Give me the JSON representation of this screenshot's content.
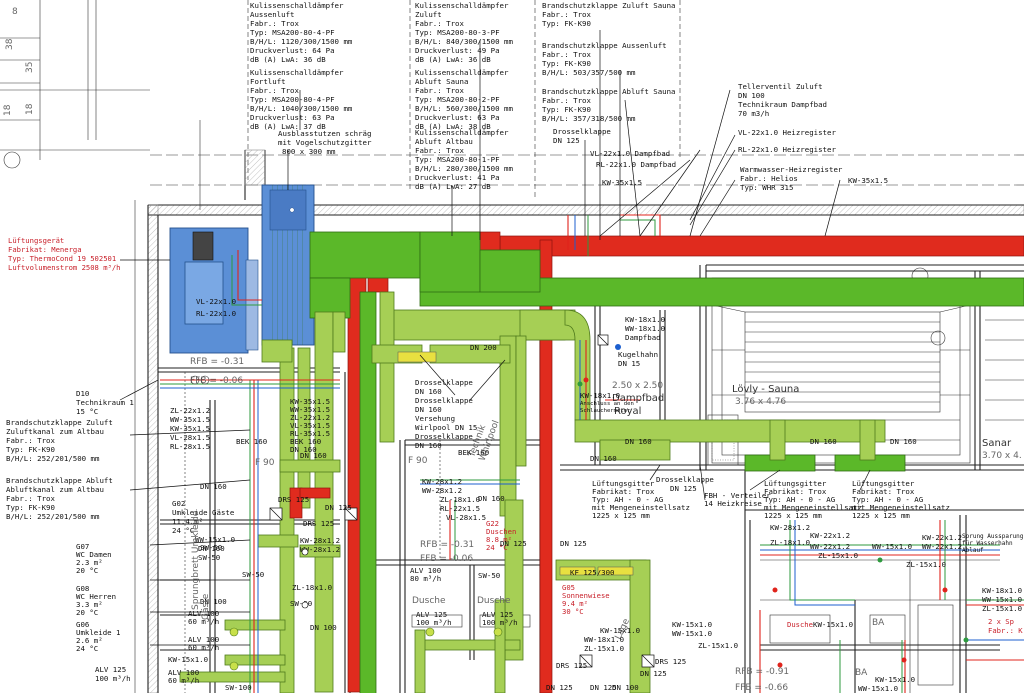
{
  "dimensions": {
    "top": [
      "8",
      "38",
      "35",
      "18",
      "18"
    ]
  },
  "silencers": [
    {
      "lines": [
        "Kulissenschalldämpfer",
        "Aussenluft",
        "Fabr.: Trox",
        "Typ: MSA200-80-4-PF",
        "B/H/L: 1120/300/1500 mm",
        "Druckverlust: 64 Pa",
        "dB (A) LwA: 36 dB"
      ]
    },
    {
      "lines": [
        "Kulissenschalldämpfer",
        "Fortluft",
        "Fabr.: Trox",
        "Typ: MSA200-80-4-PF",
        "B/H/L: 1040/300/1500 mm",
        "Druckverlust: 63 Pa",
        "dB (A) LwA: 37 dB"
      ]
    },
    {
      "lines": [
        "Kulissenschalldämpfer",
        "Zuluft",
        "Fabr.: Trox",
        "Typ: MSA200-80-3-PF",
        "B/H/L: 840/300/1500 mm",
        "Druckverlust: 49 Pa",
        "dB (A) LwA: 36 dB"
      ]
    },
    {
      "lines": [
        "Kulissenschalldämpfer",
        "Abluft Sauna",
        "Fabr.: Trox",
        "Typ: MSA200-80-2-PF",
        "B/H/L: 560/300/1500 mm",
        "Druckverlust: 63 Pa",
        "dB (A) LwA: 38 dB"
      ]
    },
    {
      "lines": [
        "Kulissenschalldämpfer",
        "Abluft Altbau",
        "Fabr.: Trox",
        "Typ: MSA200-80-1-PF",
        "B/H/L: 280/300/1500 mm",
        "Druckverlust: 41 Pa",
        "dB (A) LwA: 27 dB"
      ]
    }
  ],
  "fire_dampers_top": [
    {
      "lines": [
        "Brandschutzklappe Zuluft Sauna",
        "Fabr.: Trox",
        "Typ: FK-K90"
      ]
    },
    {
      "lines": [
        "Brandschutzklappe Aussenluft",
        "Fabr.: Trox",
        "Typ: FK-K90",
        "B/H/L: 503/357/500 mm"
      ]
    },
    {
      "lines": [
        "Brandschutzklappe Abluft Sauna",
        "Fabr.: Trox",
        "Typ: FK-K90",
        "B/H/L: 357/318/500 mm"
      ]
    }
  ],
  "device_labels": {
    "ausblas": [
      "Ausblasstutzen schräg",
      "mit Vogelschutzgitter",
      "800 x 300 mm"
    ],
    "drossel_top": [
      "Drosselklappe",
      "DN 125"
    ],
    "vl_dampf": "VL-22x1.0 Dampfbad",
    "rl_dampf": "RL-22x1.0 Dampfbad",
    "kw35_top": "KW-35x1.5",
    "teller": [
      "Tellerventil Zuluft",
      "DN 100",
      "Technikraum Dampfbad",
      "70 m3/h"
    ],
    "vl_heiz": "VL-22x1.0 Heizregister",
    "rl_heiz": "RL-22x1.0 Heizregister",
    "warmwasser": [
      "Warmwasser-Heizregister",
      "Fabr.: Helios",
      "Typ: WHR 315"
    ],
    "kw35_right": "KW-35x1.5"
  },
  "unit": {
    "lines": [
      "Lüftungsgerät",
      "Fabrikat: Menerga",
      "Typ: ThermoCond 19 502501",
      "Luftvolumenstrom 2508 m³/h"
    ]
  },
  "unit_pipes": [
    "VL-22x1.0",
    "RL-22x1.0"
  ],
  "rooms": {
    "d10": [
      "D10",
      "Technikraum 1",
      "15 °C"
    ],
    "ffb_left": [
      "RFB = -0.31",
      "FFB = -0.06"
    ],
    "dampfbad": [
      "2.50 x 2.50",
      "Dampfbad",
      "Royal"
    ],
    "sauna": [
      "Lövly - Sauna",
      "3.76 x 4.76"
    ],
    "sanar": [
      "Sanar",
      "3.70 x 4."
    ],
    "whirlpool": [
      "Technik",
      "Whirlpool"
    ],
    "g02": [
      "G02",
      "Umkleide Gäste",
      "11.4 m²",
      "24 °C"
    ],
    "g07": [
      "G07",
      "WC Damen",
      "2.3 m²",
      "20 °C"
    ],
    "g08": [
      "G08",
      "WC Herren",
      "3.3 m²",
      "20 °C"
    ],
    "g06": [
      "G06",
      "Umkleide 1",
      "2.6 m²",
      "24 °C"
    ],
    "g22": [
      "G22",
      "Duschen",
      "8.8 m²",
      "24 °C"
    ],
    "g05": [
      "G05",
      "Sonnenwiese",
      "9.4 m²",
      "30 °C"
    ],
    "dusche1": "Dusche",
    "dusche2": "Dusche",
    "ffb_mid": [
      "RFB = -0.31",
      "FFB = -0.06"
    ],
    "ffb_right": [
      "RFB = -0.91",
      "FFB = -0.66"
    ],
    "sprung_text": "Sprungbrett Umkleide",
    "gaste_text": "Gäste",
    "dusche_r": "Dusche",
    "ba": "BA"
  },
  "left_damper_zuluft": [
    "Brandschutzklappe Zuluft",
    "Zuluftkanal zum Altbau",
    "Fabr.: Trox",
    "Typ: FK-K90",
    "B/H/L: 252/201/500 mm"
  ],
  "left_damper_abluft": [
    "Brandschutzklappe Abluft",
    "Abluftkanal zum Altbau",
    "Fabr.: Trox",
    "Typ: FK-K90",
    "B/H/L: 252/201/500 mm"
  ],
  "left_pipes": [
    "ZL-22x1.2",
    "WW-35x1.5",
    "KW-35x1.5",
    "VL-28x1.5",
    "RL-28x1.5"
  ],
  "mid_pipes_a": [
    "KW-35x1.5",
    "WW-35x1.5",
    "ZL-22x1.2",
    "VL-35x1.5",
    "RL-35x1.5",
    "BEK 160",
    "DN 160"
  ],
  "bek_left": "BEK 160",
  "drossel_mid": [
    "Drosselklappe",
    "DN 160",
    "Drosselklappe",
    "DN 160",
    "Versehung",
    "Wirlpool DN 15",
    "Drosselklappe",
    "DN 160"
  ],
  "dn200": "DN 200",
  "bek_mid": "BEK 160",
  "dn160_a": "DN 160",
  "f90_a": "F 90",
  "f90_b": "F 90",
  "dn160_b": "DN 160",
  "drs125_a": "DRS 125",
  "drs125_b": "DRS 125",
  "dn125_a": "DN 125",
  "kw_block": [
    "KW-28x1.2",
    "WW-28x1.2",
    "ZL-18x1.0",
    "RL-22x1.5",
    "VL-28x1.5"
  ],
  "dn160_c": "DN 160",
  "kw_block2": [
    "KW-28x1.2",
    "WW-28x1.2"
  ],
  "sw50_a": "SW-50",
  "ww15": [
    "WW-15x1.0",
    "DN 160",
    "SW-50"
  ],
  "dn100_a": "DN 100",
  "alv_a": [
    "ALV 100",
    "60 m³/h"
  ],
  "alv_b": [
    "ALV 100",
    "60 m³/h"
  ],
  "alv_c": [
    "ALV 125",
    "100 m³/h"
  ],
  "alv_d": [
    "ALV 100",
    "60 m³/h"
  ],
  "alv_e": [
    "ALV 125",
    "100 m³/h"
  ],
  "alv_f": [
    "ALV 125",
    "100 m³/h"
  ],
  "kw_15": "KW-15x1.0",
  "sw100": "SW-100",
  "zl18": "ZL-18x1.0",
  "sw50_b": "SW-50",
  "dn100_b": "DN 100",
  "sw50_c": "SW-50",
  "alv_mid": [
    "ALV 100",
    "80 m³/h"
  ],
  "dn125_b": "DN 125",
  "dn125_c": "DN 125",
  "kw18": [
    "KW-18x1.0",
    "WW-18x1.0",
    "Dampfbad"
  ],
  "kugelhahn": [
    "Kugelhahn",
    "DN 15"
  ],
  "kw_schlauch": [
    "KW-18x1.0",
    "Anschluss an den",
    "Schlauchermotor"
  ],
  "dn160_d": "DN 160",
  "drossel_dn125": [
    "Drosselklappe",
    "DN 125"
  ],
  "dn160_e": "DN 160",
  "dn160_f": "DN 160",
  "dn160_g": "DN 160",
  "gitter1": [
    "Lüftungsgitter",
    "Fabrikat: Trox",
    "Typ: AH - 0 - AG",
    "mit Mengeneinstellsatz",
    "1225 x 125 mm"
  ],
  "gitter2": [
    "Lüftungsgitter",
    "Fabrikat: Trox",
    "Typ: AH - 0 - AG",
    "mit Mengeneinstellsatz",
    "1225 x 125 mm"
  ],
  "gitter3": [
    "Lüftungsgitter",
    "Fabrikat: Trox",
    "Typ: AH - 0 - AG",
    "mit Mengeneinstellsatz",
    "1225 x 125 mm"
  ],
  "fbh": [
    "FBH - Verteiler",
    "14 Heizkreise"
  ],
  "right_pipes_a": [
    "KW-28x1.2",
    "ZL-18x1.0",
    "KW-22x1.2",
    "WW-22x1.2",
    "ZL-15x1.0"
  ],
  "right_pipes_b": [
    "WW-15x1.0",
    "WW-22x1.2",
    "KW-22x1.2",
    "ZL-15x1.0"
  ],
  "right_pipes_c": [
    "KW-18x1.0",
    "WW-15x1.0",
    "ZL-15x1.0"
  ],
  "sprung_note": [
    "Sprung Aussparung",
    "für Wasserhahn",
    "Ablauf"
  ],
  "lage": "Lage",
  "kw_bottom": [
    "KW-15x1.0",
    "WW-18x1.0",
    "ZL-15x1.0"
  ],
  "kw_bottom2": [
    "KW-15x1.0",
    "WW-15x1.0"
  ],
  "kw_bottom3": [
    "KW-15x1.0",
    "WW-15x1.0"
  ],
  "two_x": [
    "2 x Sp",
    "Fabr.: K"
  ],
  "dusche_kw": "KW-15x1.0",
  "drs_a": "DRS 125",
  "drs_b": "DRS 125",
  "drs_c": "DRS 125",
  "dn125_d": "DN 125",
  "dn125_e": "DN 125",
  "dn125_f": "DN 125",
  "sw100_b": "SW-100",
  "dn100_c": "DN 100",
  "flansch": [
    "KF 125/300",
    "KF 125/300"
  ],
  "colors": {
    "supply": "#5bb829",
    "exhaust": "#a6cf55",
    "outdoor": "#e02b1e",
    "unit": "#5b8fd6",
    "pipe_red": "#e0241c",
    "pipe_green": "#2e9a3e",
    "pipe_blue": "#1c5fcf"
  }
}
